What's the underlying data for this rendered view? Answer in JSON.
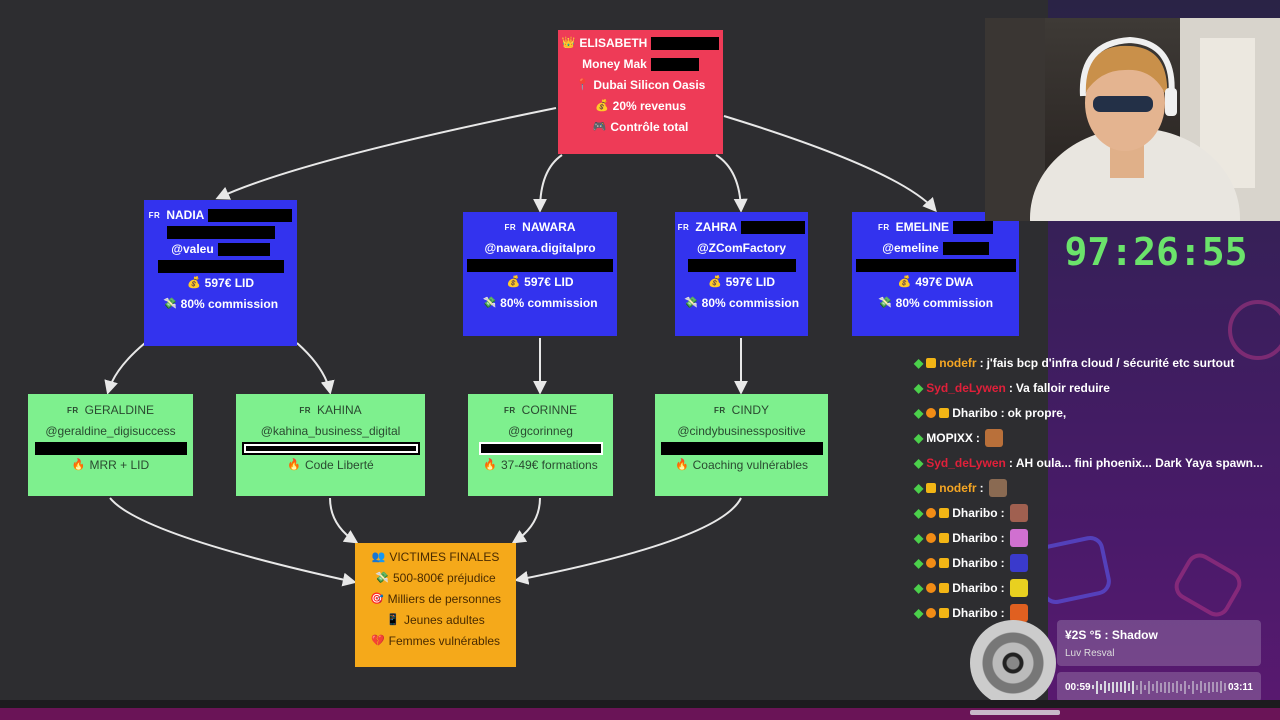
{
  "diagram": {
    "root": {
      "lines": [
        {
          "icon": "👑",
          "text": "ELISABETH"
        },
        {
          "icon": "",
          "text": "Money Mak"
        },
        {
          "icon": "📍",
          "text": "Dubai Silicon Oasis"
        },
        {
          "icon": "💰",
          "text": "20% revenus"
        },
        {
          "icon": "🎮",
          "text": "Contrôle total"
        }
      ]
    },
    "managers": [
      {
        "flag": "FR",
        "name": "NADIA",
        "handle": "@valeu",
        "price_icon": "💰",
        "price": "597€ LID",
        "commission_icon": "💸",
        "commission": "80% commission"
      },
      {
        "flag": "FR",
        "name": "NAWARA",
        "handle": "@nawara.digitalpro",
        "price_icon": "💰",
        "price": "597€ LID",
        "commission_icon": "💸",
        "commission": "80% commission"
      },
      {
        "flag": "FR",
        "name": "ZAHRA",
        "handle": "@ZComFactory",
        "price_icon": "💰",
        "price": "597€ LID",
        "commission_icon": "💸",
        "commission": "80% commission"
      },
      {
        "flag": "FR",
        "name": "EMELINE",
        "handle": "@emeline",
        "price_icon": "💰",
        "price": "497€ DWA",
        "commission_icon": "💸",
        "commission": "80% commission"
      }
    ],
    "sellers": [
      {
        "flag": "FR",
        "name": "GERALDINE",
        "handle": "@geraldine_digisuccess",
        "icon": "🔥",
        "product": "MRR + LID"
      },
      {
        "flag": "FR",
        "name": "KAHINA",
        "handle": "@kahina_business_digital",
        "icon": "🔥",
        "product": "Code Liberté"
      },
      {
        "flag": "FR",
        "name": "CORINNE",
        "handle": "@gcorinneg",
        "icon": "🔥",
        "product": "37-49€ formations"
      },
      {
        "flag": "FR",
        "name": "CINDY",
        "handle": "@cindybusinesspositive",
        "icon": "🔥",
        "product": "Coaching vulnérables"
      }
    ],
    "victims": {
      "lines": [
        {
          "icon": "👥",
          "text": "VICTIMES FINALES"
        },
        {
          "icon": "💸",
          "text": "500-800€ préjudice"
        },
        {
          "icon": "🎯",
          "text": "Milliers de personnes"
        },
        {
          "icon": "📱",
          "text": "Jeunes adultes"
        },
        {
          "icon": "💔",
          "text": "Femmes vulnérables"
        }
      ]
    }
  },
  "timer": "97:26:55",
  "chat": [
    {
      "badges": [
        "crown"
      ],
      "user": "nodefr",
      "user_color": "#f5a623",
      "text": "j'fais bcp d'infra cloud / sécurité etc surtout",
      "emote": ""
    },
    {
      "badges": [],
      "user": "Syd_deLywen",
      "user_color": "#e0203a",
      "text": "Va falloir reduire",
      "emote": ""
    },
    {
      "badges": [
        "one",
        "crown"
      ],
      "user": "Dharibo",
      "user_color": "#ffffff",
      "text": "ok propre,",
      "emote": ""
    },
    {
      "badges": [],
      "user": "MOPIXX",
      "user_color": "#ffffff",
      "text": "",
      "emote": "#b9703a"
    },
    {
      "badges": [],
      "user": "Syd_deLywen",
      "user_color": "#e0203a",
      "text": "AH oula... fini phoenix... Dark Yaya spawn...",
      "emote": ""
    },
    {
      "badges": [
        "crown"
      ],
      "user": "nodefr",
      "user_color": "#f5a623",
      "text": "",
      "emote": "#8a6a52"
    },
    {
      "badges": [
        "one",
        "crown"
      ],
      "user": "Dharibo",
      "user_color": "#ffffff",
      "text": "",
      "emote": "#a06050"
    },
    {
      "badges": [
        "one",
        "crown"
      ],
      "user": "Dharibo",
      "user_color": "#ffffff",
      "text": "",
      "emote": "#d070d0"
    },
    {
      "badges": [
        "one",
        "crown"
      ],
      "user": "Dharibo",
      "user_color": "#ffffff",
      "text": "",
      "emote": "#3a3acc"
    },
    {
      "badges": [
        "one",
        "crown"
      ],
      "user": "Dharibo",
      "user_color": "#ffffff",
      "text": "",
      "emote": "#e8d020"
    },
    {
      "badges": [
        "one",
        "crown"
      ],
      "user": "Dharibo",
      "user_color": "#ffffff",
      "text": "",
      "emote": "#e06020"
    }
  ],
  "music": {
    "title": "¥2S °5 : Shadow",
    "artist": "Luv Resval",
    "elapsed": "00:59",
    "duration": "03:11",
    "progress": 0.31
  },
  "colors": {
    "manager_bg": "#3333ee",
    "seller_bg": "#7ef08e",
    "root_bg": "#ee3b57",
    "victims_bg": "#f5a91a",
    "timer": "#6be36b"
  }
}
